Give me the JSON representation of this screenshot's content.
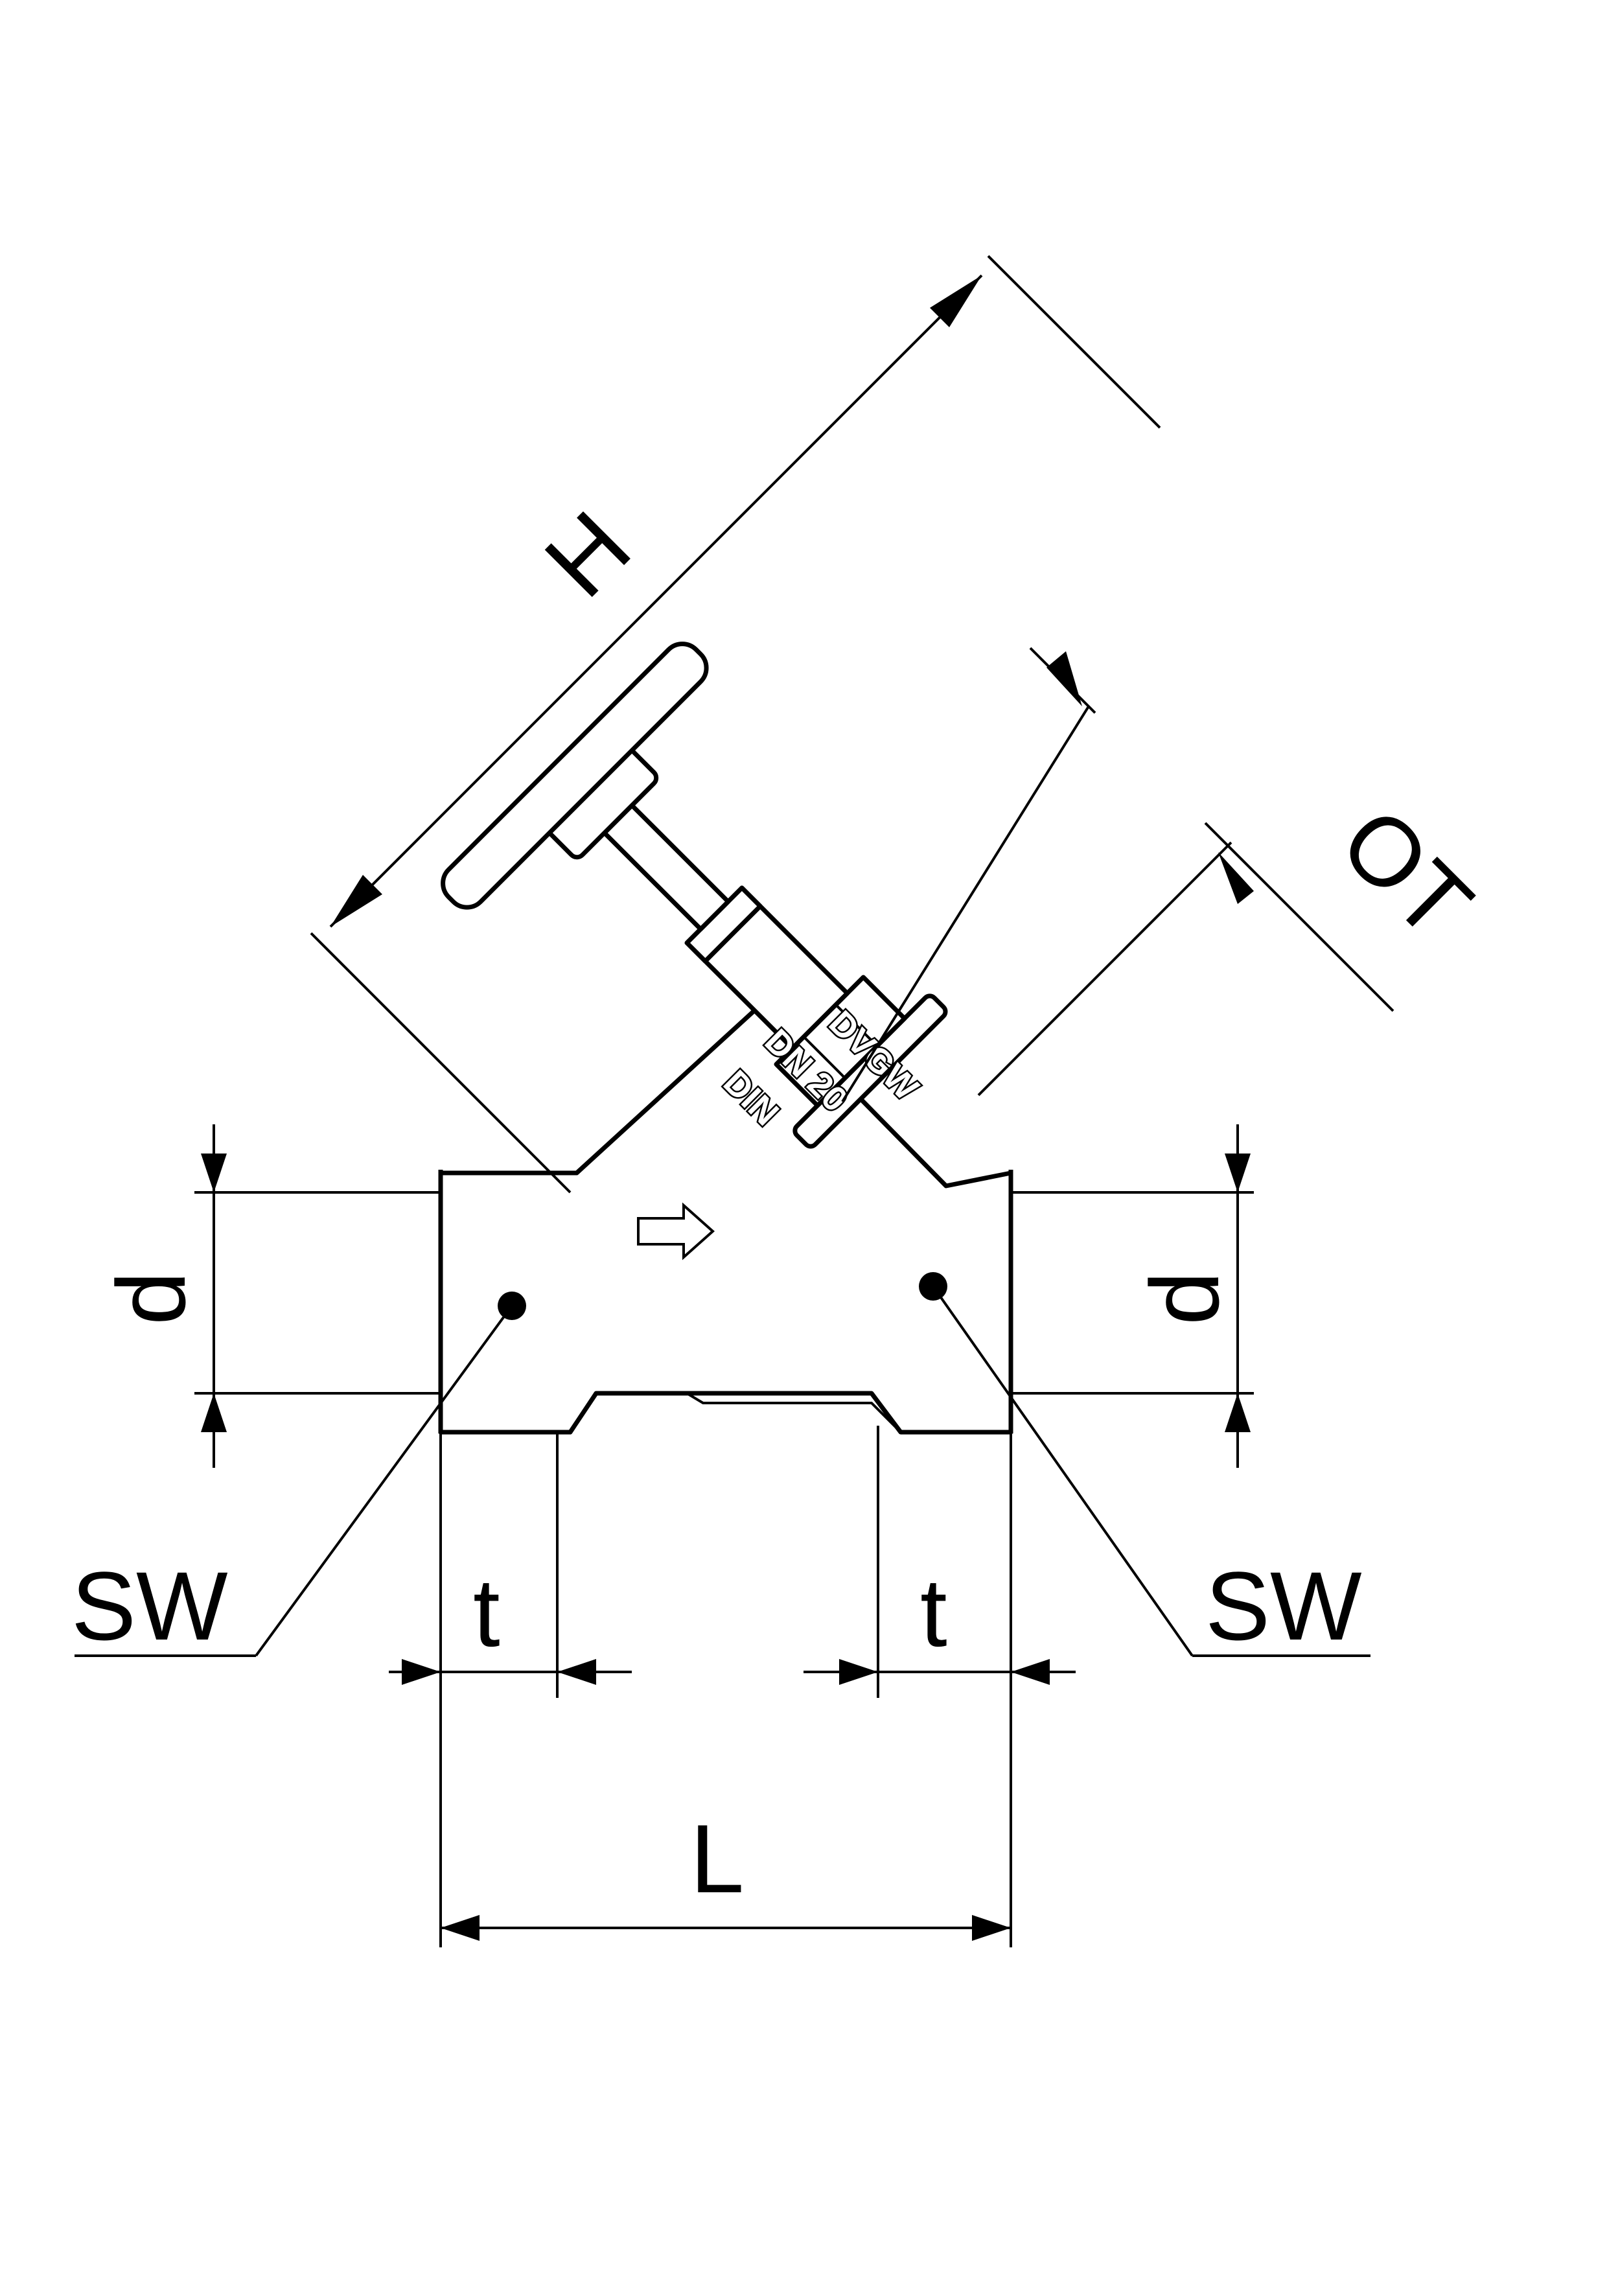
{
  "dimensions": {
    "height": "H",
    "opening_travel": "OT",
    "bore_left": "d",
    "bore_right": "d",
    "socket_depth_left": "t",
    "socket_depth_right": "t",
    "length": "L",
    "wrench_size_left": "SW",
    "wrench_size_right": "SW"
  },
  "body_markings": [
    "DVGW",
    "DN 20",
    "DIN"
  ]
}
